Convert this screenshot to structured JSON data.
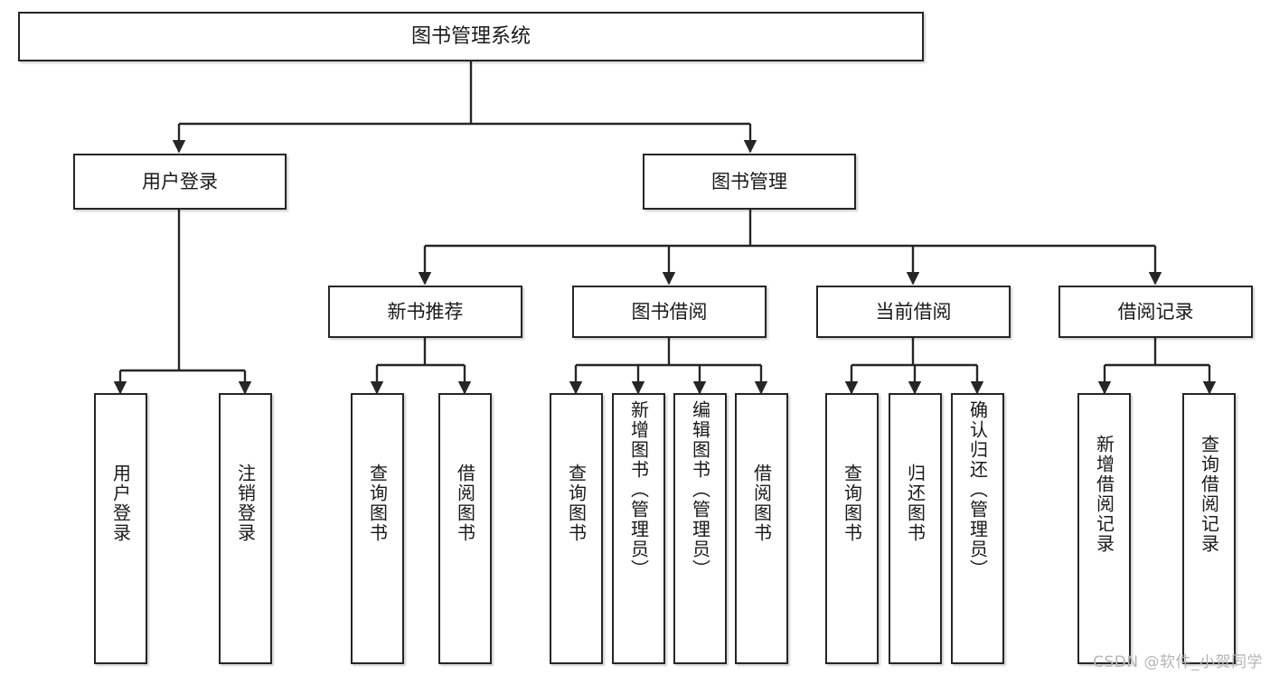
{
  "diagram": {
    "title": "图书管理系统",
    "type": "tree-hierarchy",
    "watermark": "CSDN @软件_小贺同学",
    "colors": {
      "box_border": "#262626",
      "box_fill": "#ffffff",
      "line": "#262626",
      "text": "#1a1a1a",
      "watermark": "#b5b5b5"
    },
    "root": {
      "label": "图书管理系统",
      "orientation": "horizontal"
    },
    "level2": [
      {
        "label": "用户登录",
        "orientation": "horizontal"
      },
      {
        "label": "图书管理",
        "orientation": "horizontal"
      }
    ],
    "level3": [
      {
        "label": "新书推荐",
        "orientation": "horizontal"
      },
      {
        "label": "图书借阅",
        "orientation": "horizontal"
      },
      {
        "label": "当前借阅",
        "orientation": "horizontal"
      },
      {
        "label": "借阅记录",
        "orientation": "horizontal"
      }
    ],
    "leaves": {
      "user_login": [
        {
          "label": "用户登录",
          "orientation": "vertical"
        },
        {
          "label": "注销登录",
          "orientation": "vertical"
        }
      ],
      "new_book_recommend": [
        {
          "label": "查询图书",
          "orientation": "vertical"
        },
        {
          "label": "借阅图书",
          "orientation": "vertical"
        }
      ],
      "book_borrow": [
        {
          "label": "查询图书",
          "orientation": "vertical"
        },
        {
          "label": "新增图书（管理员）",
          "orientation": "vertical"
        },
        {
          "label": "编辑图书（管理员）",
          "orientation": "vertical"
        },
        {
          "label": "借阅图书",
          "orientation": "vertical"
        }
      ],
      "current_borrow": [
        {
          "label": "查询图书",
          "orientation": "vertical"
        },
        {
          "label": "归还图书",
          "orientation": "vertical"
        },
        {
          "label": "确认归还（管理员）",
          "orientation": "vertical"
        }
      ],
      "borrow_records": [
        {
          "label": "新增借阅记录",
          "orientation": "vertical"
        },
        {
          "label": "查询借阅记录",
          "orientation": "vertical"
        }
      ]
    }
  }
}
